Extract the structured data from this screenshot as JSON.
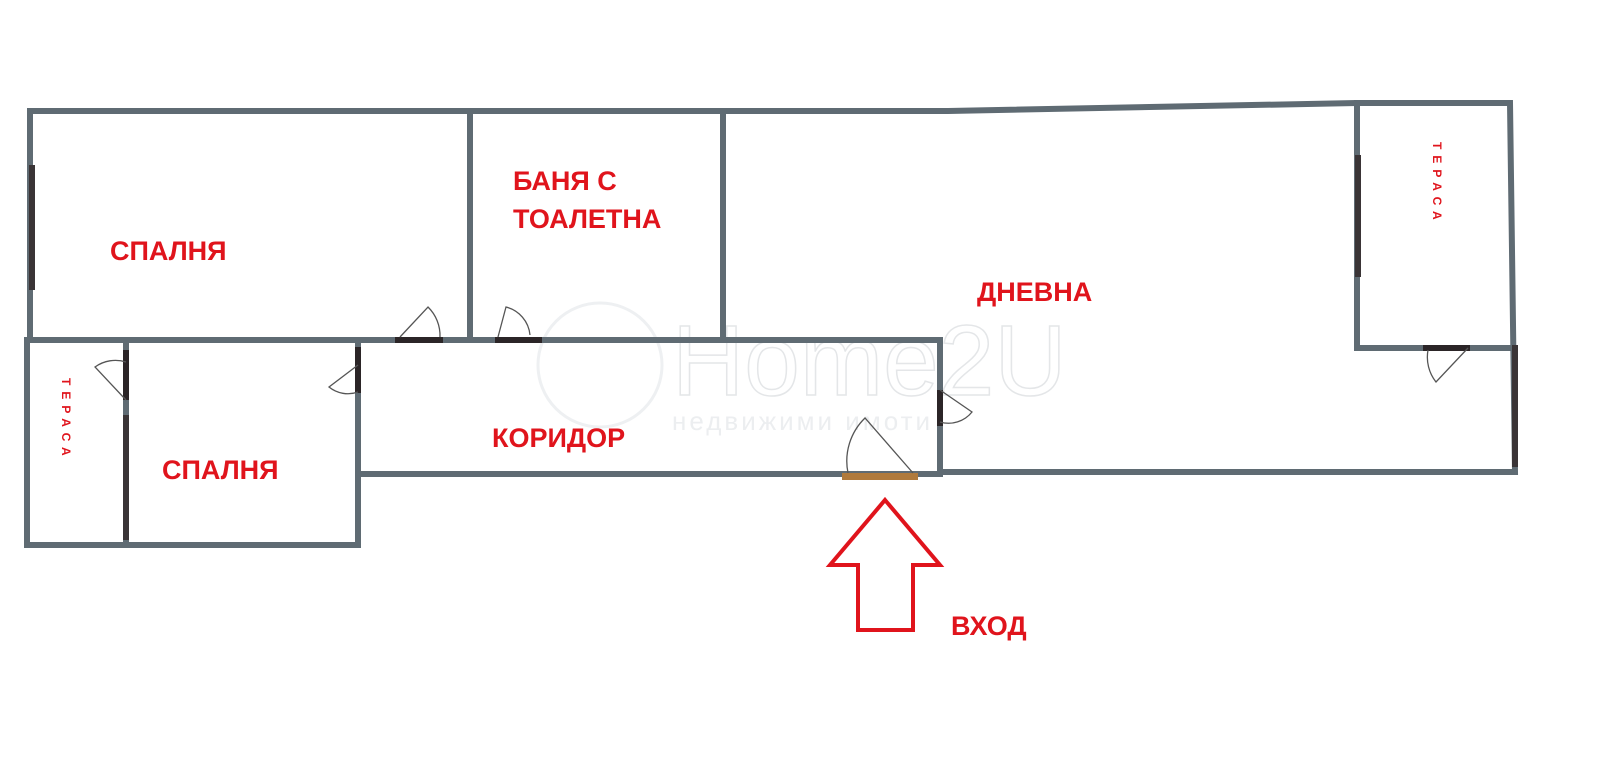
{
  "colors": {
    "wall": "#5f6b73",
    "window": "#3a3436",
    "label": "#e0141c",
    "entrance_door": "#b07a3c",
    "arrow": "#e0141c"
  },
  "rooms": {
    "bedroom_1": "СПАЛНЯ",
    "bathroom_line1": "БАНЯ С",
    "bathroom_line2": "ТОАЛЕТНА",
    "living_room": "ДНЕВНА",
    "corridor": "КОРИДОР",
    "bedroom_2": "СПАЛНЯ",
    "terrace_right": "ТЕРАСА",
    "terrace_left": "ТЕРАСА"
  },
  "entrance": {
    "label": "ВХОД",
    "arrow_icon": "arrow-up-outline-icon"
  },
  "watermark": {
    "brand": "Home2U",
    "tagline": "недвижими имоти"
  }
}
